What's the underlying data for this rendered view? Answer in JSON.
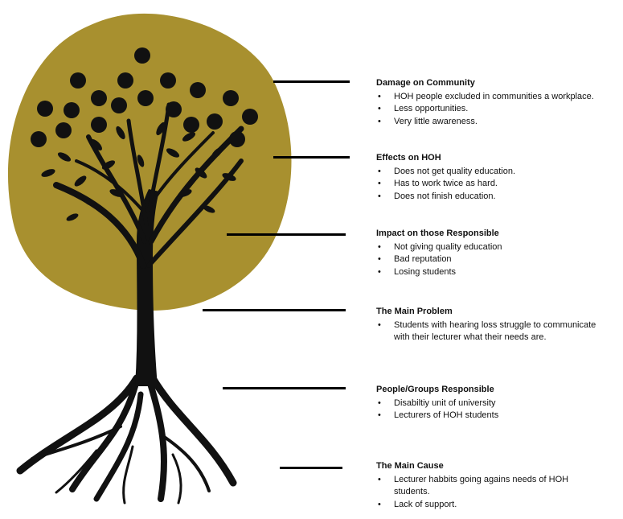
{
  "colors": {
    "canopy": "#a8902f",
    "ink": "#111111",
    "background": "#ffffff"
  },
  "sections": [
    {
      "title": "Damage on Community",
      "items": [
        "HOH people excluded in communities a workplace.",
        "Less opportunities.",
        "Very little awareness."
      ]
    },
    {
      "title": "Effects on HOH",
      "items": [
        "Does not get quality education.",
        "Has to work twice as hard.",
        "Does not finish education."
      ]
    },
    {
      "title": "Impact on those Responsible",
      "items": [
        "Not giving quality education",
        "Bad reputation",
        "Losing students"
      ]
    },
    {
      "title": "The Main Problem",
      "items": [
        "Students with hearing loss struggle to communicate with their lecturer what their needs are."
      ]
    },
    {
      "title": "People/Groups Responsible",
      "items": [
        "Disabiltiy unit of university",
        "Lecturers of HOH students"
      ]
    },
    {
      "title": "The Main Cause",
      "items": [
        "Lecturer habbits going agains needs of HOH students.",
        "Lack of support."
      ]
    }
  ]
}
